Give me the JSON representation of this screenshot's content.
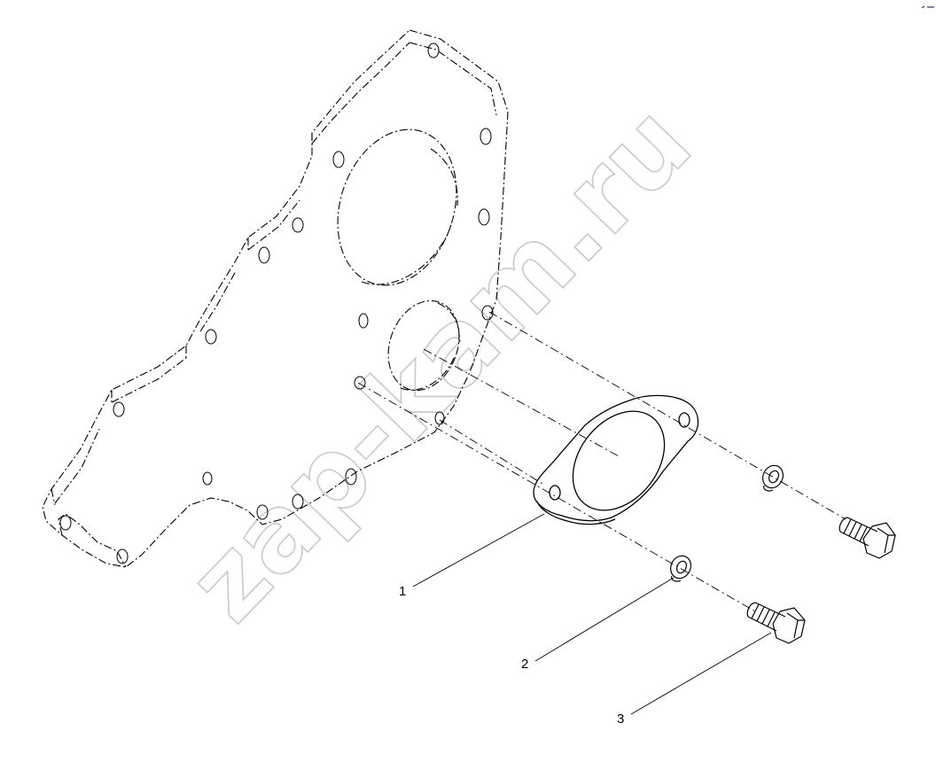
{
  "watermark": "zap-kam.ru",
  "callouts": [
    {
      "label": "1",
      "part": "gasket"
    },
    {
      "label": "2",
      "part": "washer"
    },
    {
      "label": "3",
      "part": "bolt"
    }
  ],
  "colors": {
    "line": "#000000",
    "watermark": "#c9c9c9",
    "background": "#ffffff"
  }
}
